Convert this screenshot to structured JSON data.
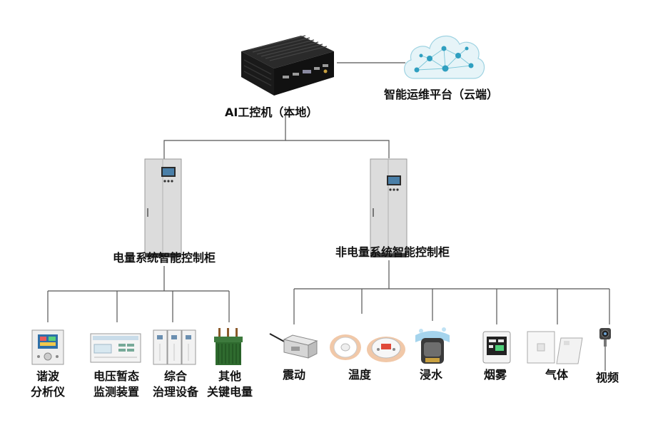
{
  "diagram": {
    "edge_color": "#555555",
    "local_pc": {
      "label": "AI工控机（本地）",
      "icon": "fanless-industrial-pc"
    },
    "cloud": {
      "label": "智能运维平台（云端）",
      "icon": "cloud-network-graphic"
    },
    "cabinets": [
      {
        "label": "电量系统智能控制柜",
        "icon": "control-cabinet"
      },
      {
        "label": "非电量系统智能控制柜",
        "icon": "control-cabinet"
      }
    ],
    "electric_devices": [
      {
        "lines": [
          "谐波",
          "分析仪"
        ],
        "icon": "harmonic-analyzer-device"
      },
      {
        "lines": [
          "电压暂态",
          "监测装置"
        ],
        "icon": "voltage-monitor-device"
      },
      {
        "lines": [
          "综合",
          "治理设备"
        ],
        "icon": "power-quality-cabinets"
      },
      {
        "lines": [
          "其他",
          "关键电量"
        ],
        "icon": "transformer"
      }
    ],
    "sensors": [
      {
        "label": "震动",
        "icon": "vibration-sensor"
      },
      {
        "label": "温度",
        "icon": "temperature-sensor"
      },
      {
        "label": "浸水",
        "icon": "water-immersion-sensor"
      },
      {
        "label": "烟雾",
        "icon": "smoke-sensor"
      },
      {
        "label": "气体",
        "icon": "gas-sensor"
      },
      {
        "label": "视频",
        "icon": "video-camera"
      }
    ]
  }
}
